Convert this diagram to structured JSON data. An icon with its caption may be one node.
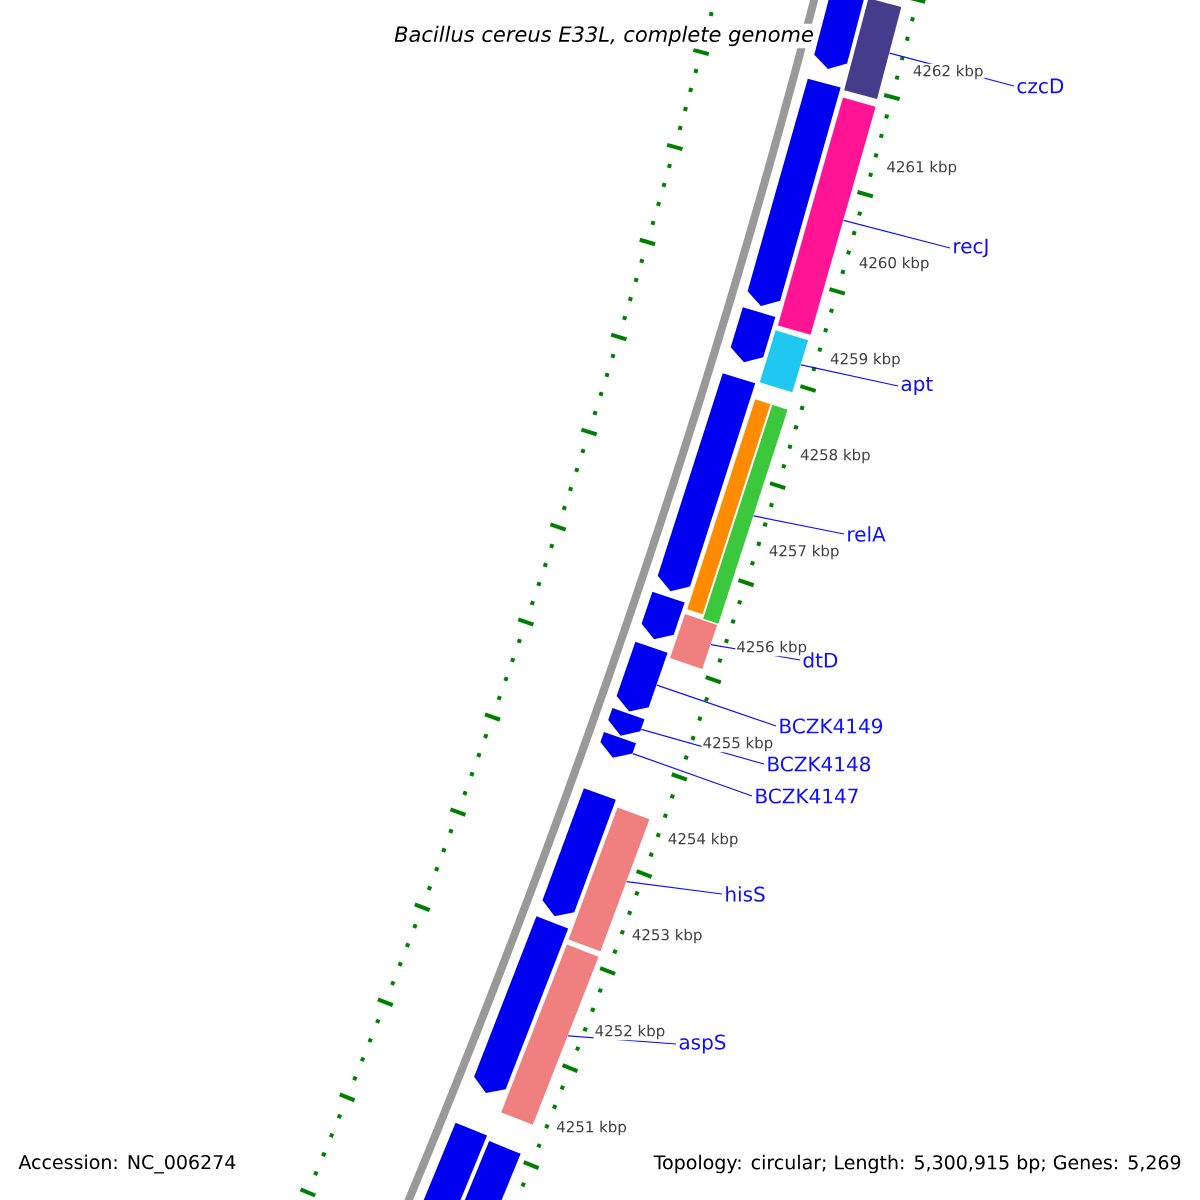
{
  "diagram": {
    "title": "Bacillus cereus E33L, complete genome",
    "nodes": [
      {
        "text": [
          "czcD"
        ]
      },
      {
        "text": [
          "recJ"
        ]
      },
      {
        "text": [
          "apt"
        ]
      },
      {
        "text": [
          "relA"
        ]
      },
      {
        "text": [
          "dtD"
        ]
      },
      {
        "text": [
          "BCZK4149"
        ]
      },
      {
        "text": [
          "BCZK4148"
        ]
      },
      {
        "text": [
          "BCZK4147"
        ]
      },
      {
        "text": [
          "hisS"
        ]
      },
      {
        "text": [
          "aspS"
        ]
      },
      {
        "text": [],
        "shape": "pentagon"
      },
      {
        "text": [],
        "shape": "bar"
      },
      {
        "text": [],
        "shape": "pentagon"
      },
      {
        "text": [],
        "shape": "bar"
      },
      {
        "text": [],
        "shape": "pentagon"
      },
      {
        "text": [],
        "shape": "bar"
      },
      {
        "text": [],
        "shape": "pentagon"
      },
      {
        "text": [],
        "shape": "bar"
      },
      {
        "text": [],
        "shape": "bar"
      },
      {
        "text": [],
        "shape": "pentagon"
      },
      {
        "text": [],
        "shape": "bar"
      },
      {
        "text": [],
        "shape": "pentagon"
      },
      {
        "text": [],
        "shape": "pentagon"
      },
      {
        "text": [],
        "shape": "pentagon"
      },
      {
        "text": [],
        "shape": "pentagon"
      },
      {
        "text": [],
        "shape": "bar"
      },
      {
        "text": [],
        "shape": "pentagon"
      },
      {
        "text": [],
        "shape": "bar"
      },
      {
        "text": [],
        "shape": "pentagon"
      },
      {
        "text": [],
        "shape": "pentagon"
      }
    ],
    "edges": [
      {
        "from": 0,
        "to": 11,
        "arrow": "none"
      },
      {
        "from": 1,
        "to": 13,
        "arrow": "none"
      },
      {
        "from": 2,
        "to": 15,
        "arrow": "none"
      },
      {
        "from": 3,
        "to": 18,
        "arrow": "none"
      },
      {
        "from": 4,
        "to": 20,
        "arrow": "none"
      },
      {
        "from": 5,
        "to": 21,
        "arrow": "none"
      },
      {
        "from": 6,
        "to": 22,
        "arrow": "none"
      },
      {
        "from": 7,
        "to": 23,
        "arrow": "none"
      },
      {
        "from": 8,
        "to": 25,
        "arrow": "none"
      },
      {
        "from": 9,
        "to": 27,
        "arrow": "none"
      }
    ],
    "labels": [
      "4262 kbp",
      "4261 kbp",
      "4260 kbp",
      "4259 kbp",
      "4258 kbp",
      "4257 kbp",
      "4256 kbp",
      "4255 kbp",
      "4254 kbp",
      "4253 kbp",
      "4252 kbp",
      "4251 kbp",
      "Accession: NC_006274",
      "Topology: circular; Length: 5,300,915 bp; Genes: 5,269"
    ]
  }
}
